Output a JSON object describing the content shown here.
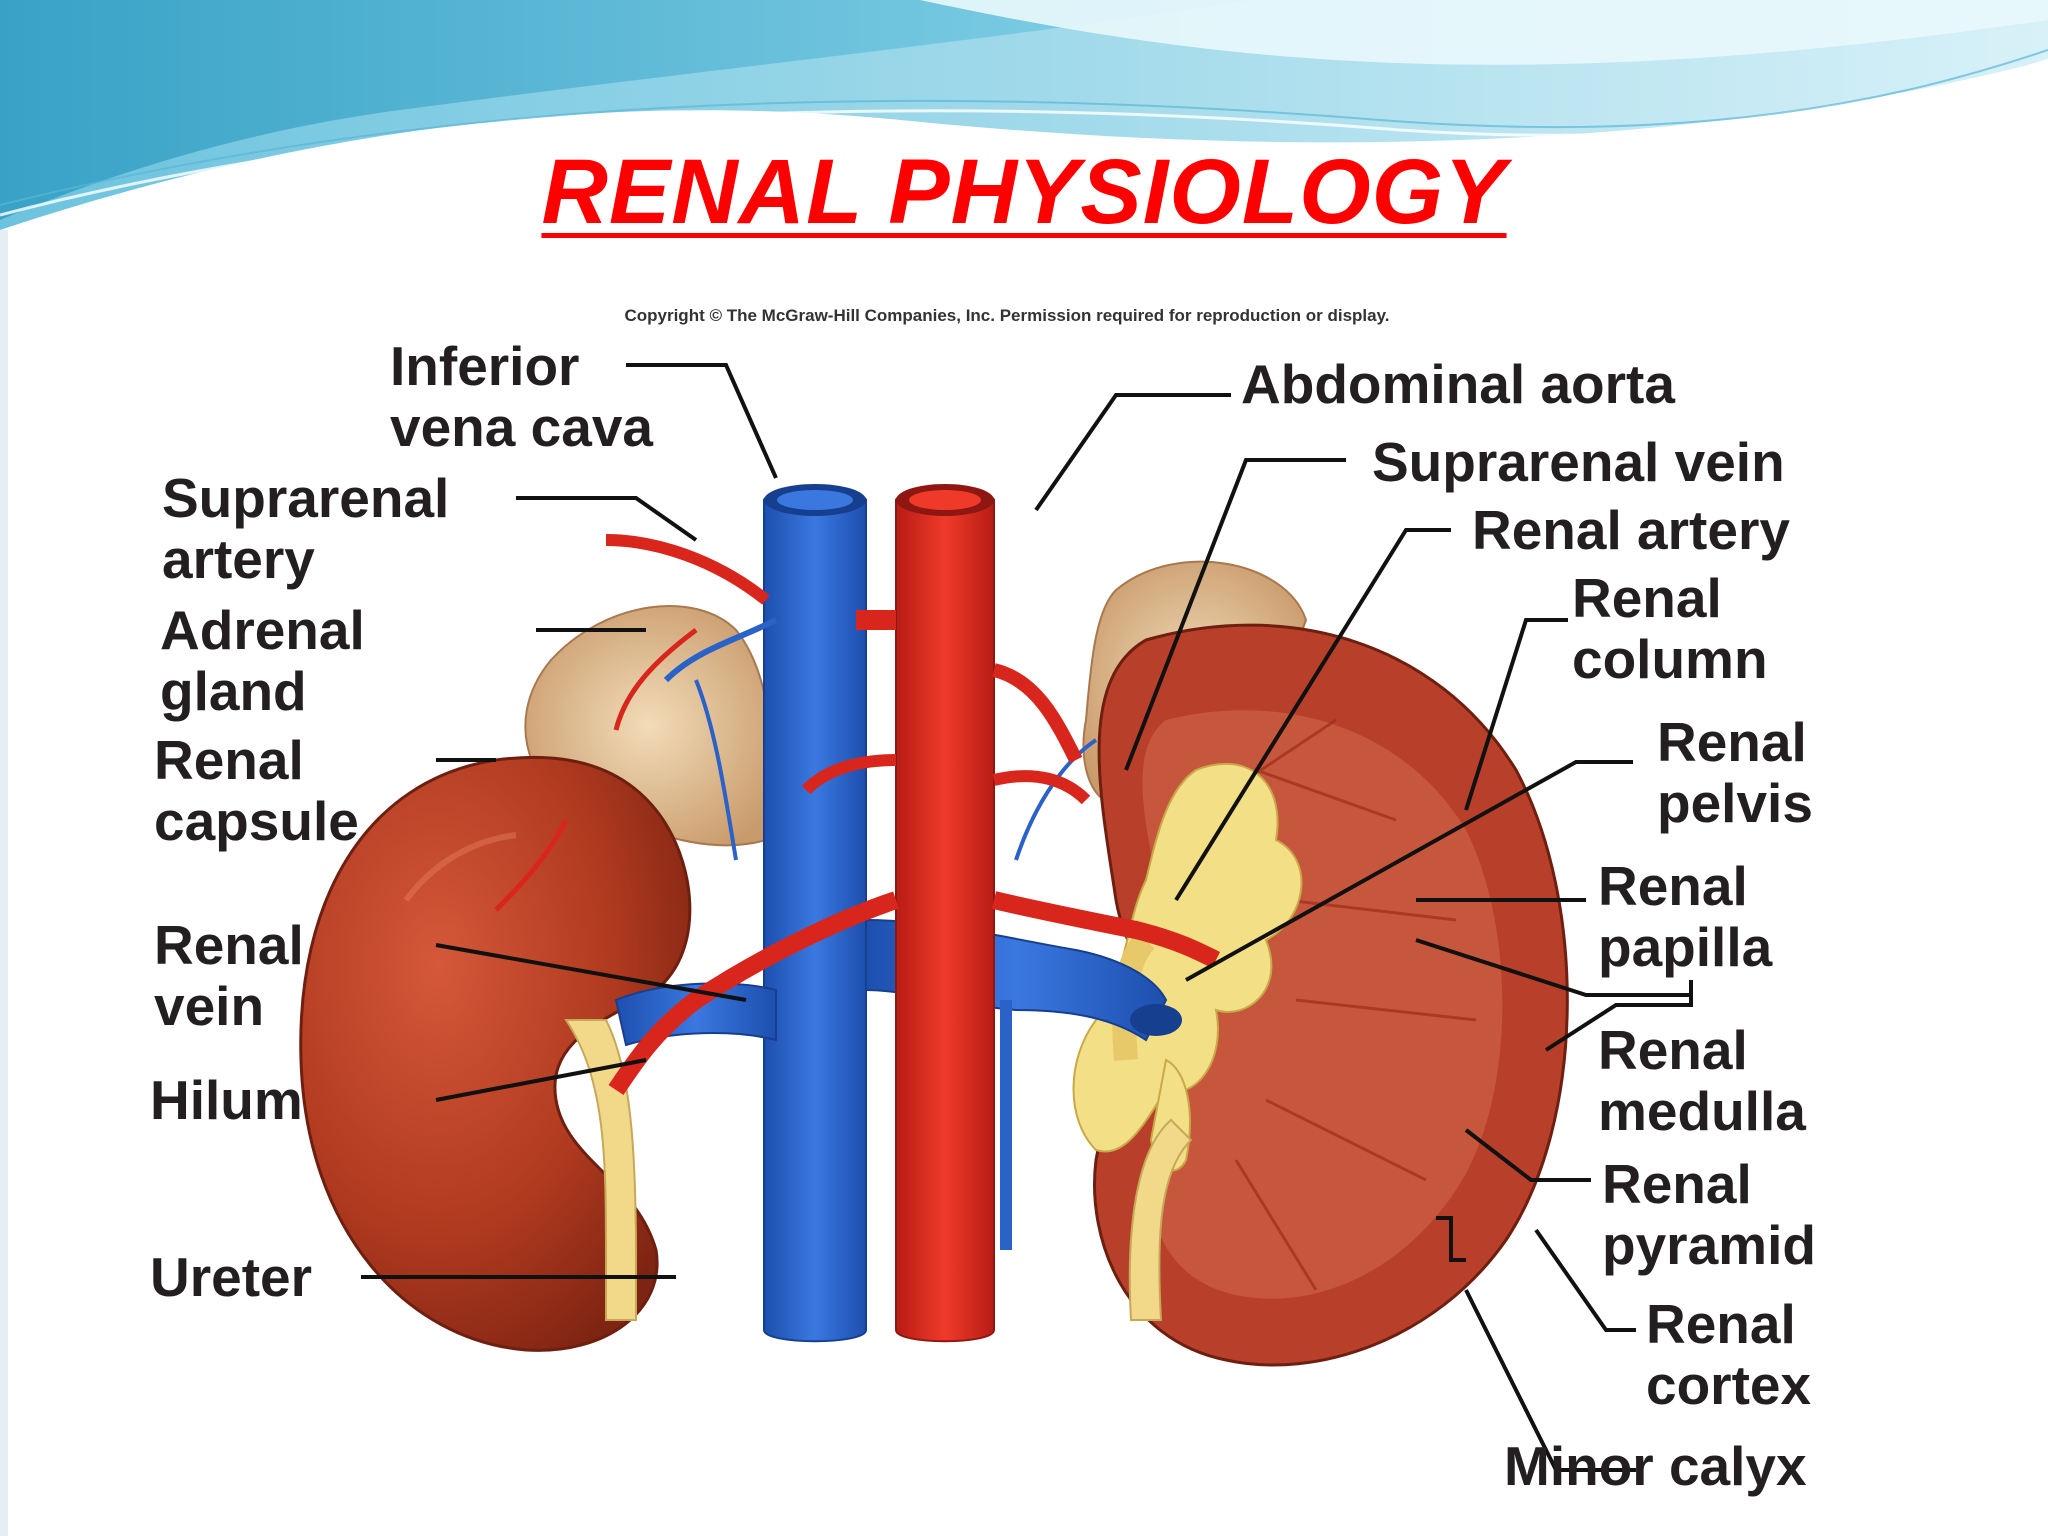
{
  "title": "RENAL PHYSIOLOGY",
  "copyright": "Copyright © The McGraw-Hill Companies, Inc. Permission required for reproduction or display.",
  "colors": {
    "title": "#ff0000",
    "banner_light": "#bfe6f2",
    "banner_dark": "#3aa7c9",
    "kidney": "#b83a1e",
    "vein": "#2a62c8",
    "artery": "#d9261c",
    "adrenal": "#e7c9a2",
    "ureter": "#f2d98a"
  },
  "labels": {
    "inferior_vena_cava": "Inferior\nvena cava",
    "suprarenal_artery": "Suprarenal\nartery",
    "adrenal_gland": "Adrenal\ngland",
    "renal_capsule": "Renal\ncapsule",
    "renal_vein": "Renal\nvein",
    "hilum": "Hilum",
    "ureter": "Ureter",
    "abdominal_aorta": "Abdominal aorta",
    "suprarenal_vein": "Suprarenal vein",
    "renal_artery": "Renal artery",
    "renal_column": "Renal\ncolumn",
    "renal_pelvis": "Renal\npelvis",
    "renal_papilla": "Renal\npapilla",
    "renal_medulla": "Renal\nmedulla",
    "renal_pyramid": "Renal\npyramid",
    "renal_cortex": "Renal\ncortex",
    "minor_calyx": "Minor calyx"
  }
}
